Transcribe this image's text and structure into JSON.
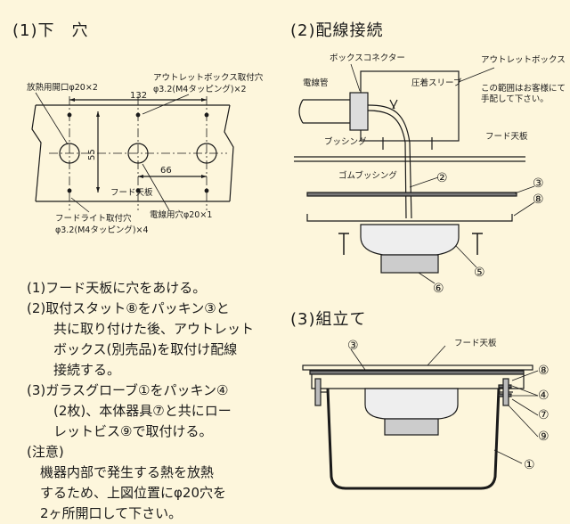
{
  "sections": {
    "holes_title": "(1)下　穴",
    "wiring_title": "(2)配線接続",
    "assembly_title": "(3)組立て"
  },
  "holes_diagram": {
    "label_vent": "放熱用開口φ20×2",
    "label_outlet_hole_1": "アウトレットボックス取付穴",
    "label_outlet_hole_2": "φ3.2(M4タッピング)×2",
    "dim_132": "132",
    "dim_55": "55",
    "dim_66": "66",
    "label_hood_panel": "フード天板",
    "label_light_hole_1": "フードライト取付穴",
    "label_light_hole_2": "φ3.2(M4タッピング)×4",
    "label_cable_hole": "電線用穴φ20×1"
  },
  "wiring_diagram": {
    "label_box_connector": "ボックスコネクター",
    "label_outlet_box": "アウトレットボックス",
    "label_conduit": "電線管",
    "label_sleeve": "圧着スリーブ",
    "label_scope_1": "この範囲はお客様にて",
    "label_scope_2": "手配して下さい。",
    "label_bushing": "ブッシング",
    "label_hood_panel": "フード天板",
    "label_rubber_bushing": "ゴムブッシング",
    "num_2": "②",
    "num_3": "③",
    "num_8": "⑧",
    "num_5": "⑤",
    "num_6": "⑥"
  },
  "assembly_diagram": {
    "label_hood_panel": "フード天板",
    "num_3": "③",
    "num_8": "⑧",
    "num_4": "④",
    "num_7": "⑦",
    "num_9": "⑨",
    "num_1": "①"
  },
  "instructions": {
    "step1": "(1)フード天板に穴をあける。",
    "step2_line1": "(2)取付スタット⑧をパッキン③と",
    "step2_line2": "　　共に取り付けた後、アウトレット",
    "step2_line3": "　　ボックス(別売品)を取付け配線",
    "step2_line4": "　　接続する。",
    "step3_line1": "(3)ガラスグローブ①をパッキン④",
    "step3_line2": "　　(2枚)、本体器具⑦と共にロー",
    "step3_line3": "　　レットビス⑨で取付ける。",
    "note_title": "(注意)",
    "note_line1": "　機器内部で発生する熱を放熱",
    "note_line2": "　するため、上図位置にφ20穴を",
    "note_line3": "　2ヶ所開口して下さい。"
  }
}
